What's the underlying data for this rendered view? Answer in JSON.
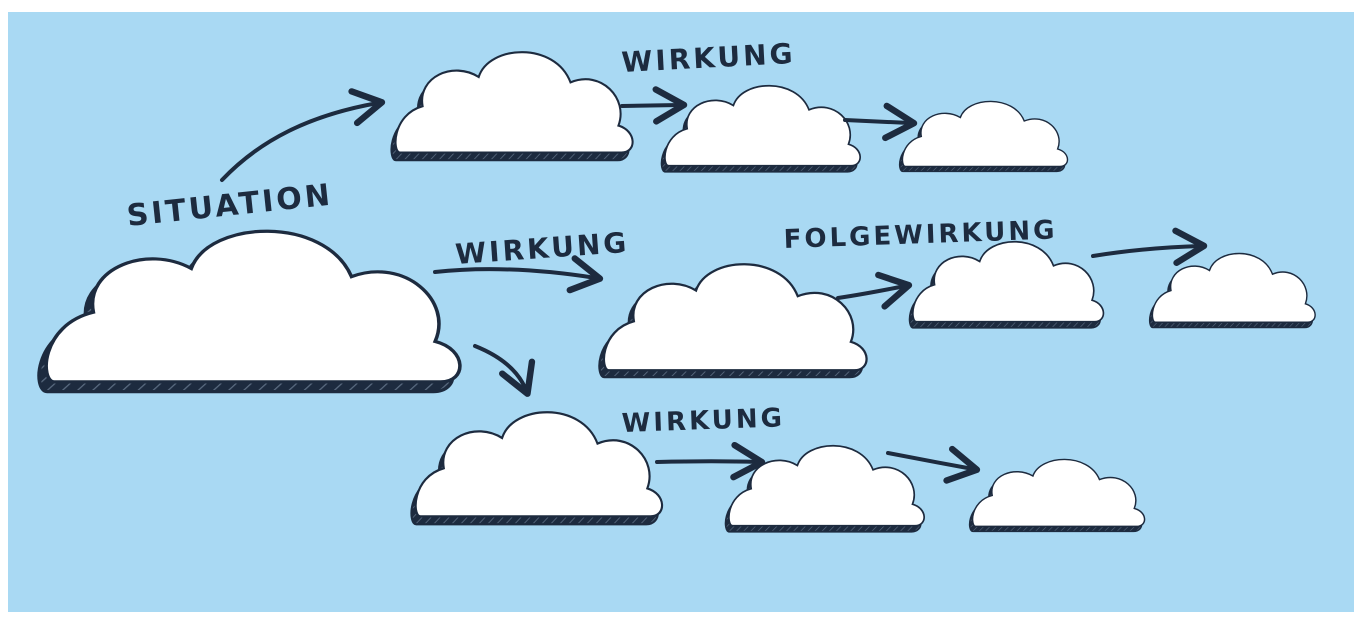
{
  "colors": {
    "frame": "#ffffff",
    "sky": "#a9d9f3",
    "cloud_fill": "#ffffff",
    "ink": "#1d2b3f"
  },
  "labels": {
    "situation": "SITUATION",
    "effect_top": "WIRKUNG",
    "effect_middle": "WIRKUNG",
    "effect_bottom": "WIRKUNG",
    "follow_effect": "FOLGEWIRKUNG"
  }
}
